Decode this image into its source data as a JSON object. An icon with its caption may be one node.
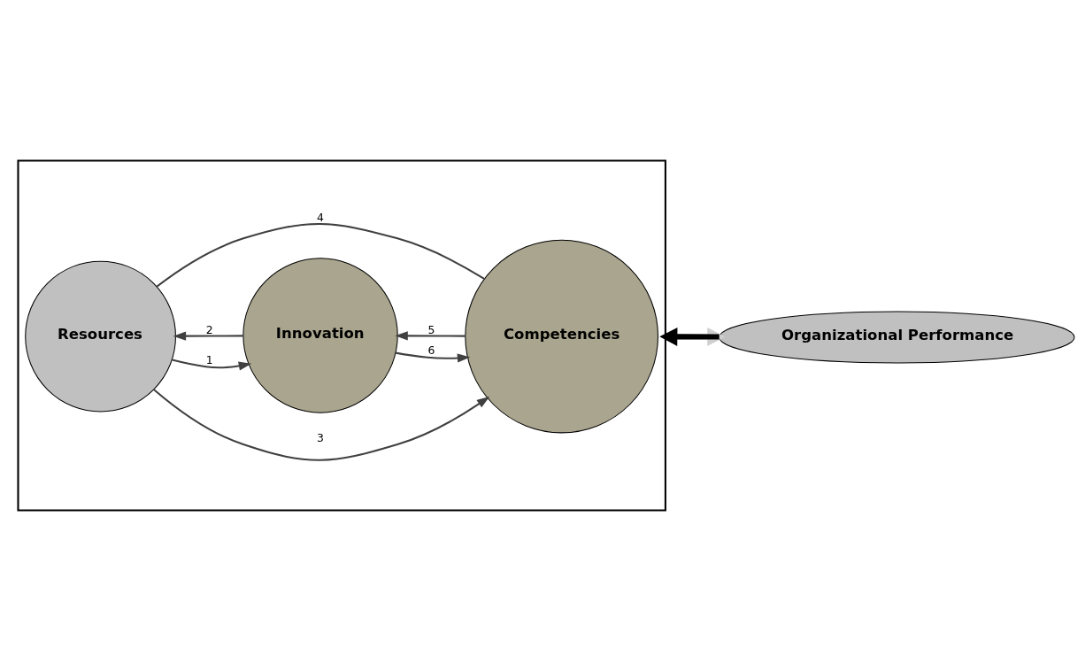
{
  "diagram": {
    "nodes": [
      {
        "text": [],
        "shape": "box"
      },
      {
        "text": [
          "Resources"
        ],
        "in": 0
      },
      {
        "text": [
          "Innovation"
        ],
        "in": 0
      },
      {
        "text": [
          "Competencies"
        ],
        "in": 0
      },
      {
        "text": [
          "Organizational Performance"
        ]
      }
    ],
    "edges": [
      {
        "from": 1,
        "to": 2,
        "arrow": "to",
        "label": "1"
      },
      {
        "from": 2,
        "to": 1,
        "arrow": "to",
        "label": "2"
      },
      {
        "from": 1,
        "to": 3,
        "arrow": "to",
        "label": "3"
      },
      {
        "from": 1,
        "to": 3,
        "arrow": "none",
        "label": "4"
      },
      {
        "from": 3,
        "to": 2,
        "arrow": "to",
        "label": "5"
      },
      {
        "from": 2,
        "to": 3,
        "arrow": "to",
        "label": "6"
      },
      {
        "from": 0,
        "to": 4,
        "arrow": "to",
        "style": "thick",
        "color": "#cfcfcf"
      },
      {
        "from": 4,
        "to": 0,
        "arrow": "to",
        "style": "thick",
        "color": "#000000"
      }
    ]
  }
}
